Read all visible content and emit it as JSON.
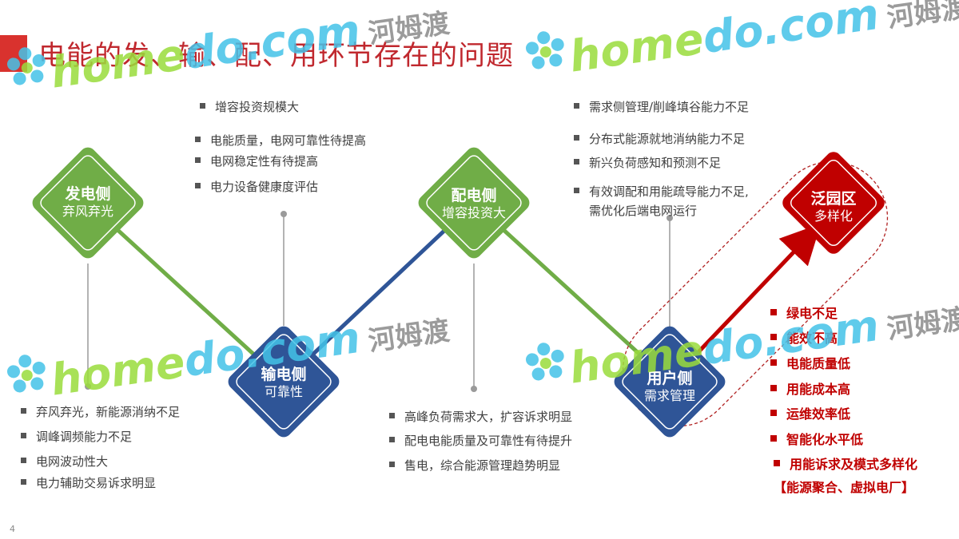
{
  "title": "电能的发、输、配、用环节存在的问题",
  "nodes": {
    "generation": {
      "title": "发电侧",
      "subtitle": "弃风弃光"
    },
    "transmission": {
      "title": "输电侧",
      "subtitle": "可靠性"
    },
    "distribution": {
      "title": "配电侧",
      "subtitle": "增容投资大"
    },
    "consumption": {
      "title": "用户侧",
      "subtitle": "需求管理"
    },
    "park": {
      "title": "泛园区",
      "subtitle": "多样化"
    }
  },
  "lists": {
    "transmission_top": [
      "增容投资规模大",
      "电能质量，电网可靠性待提高",
      "电网稳定性有待提高",
      "电力设备健康度评估"
    ],
    "consumption_top": [
      "需求侧管理/削峰填谷能力不足",
      "分布式能源就地消纳能力不足",
      "新兴负荷感知和预测不足",
      "有效调配和用能疏导能力不足,",
      "需优化后端电网运行"
    ],
    "generation_bottom": [
      "弃风弃光，新能源消纳不足",
      "调峰调频能力不足",
      "电网波动性大",
      "电力辅助交易诉求明显"
    ],
    "distribution_bottom": [
      "高峰负荷需求大，扩容诉求明显",
      "配电电能质量及可靠性有待提升",
      "售电，综合能源管理趋势明显"
    ],
    "park_issues": [
      "绿电不足",
      "能效不高",
      "电能质量低",
      "用能成本高",
      "运维效率低",
      "智能化水平低",
      "用能诉求及模式多样化"
    ],
    "park_note": "【能源聚合、虚拟电厂】"
  },
  "watermark": {
    "brand": "home",
    "brand_mid": "do.com",
    "cn": "河姆渡"
  },
  "page_number": "4",
  "colors": {
    "green": "#70ad47",
    "blue": "#2f5597",
    "red": "#c00000",
    "title": "#c0282e"
  }
}
